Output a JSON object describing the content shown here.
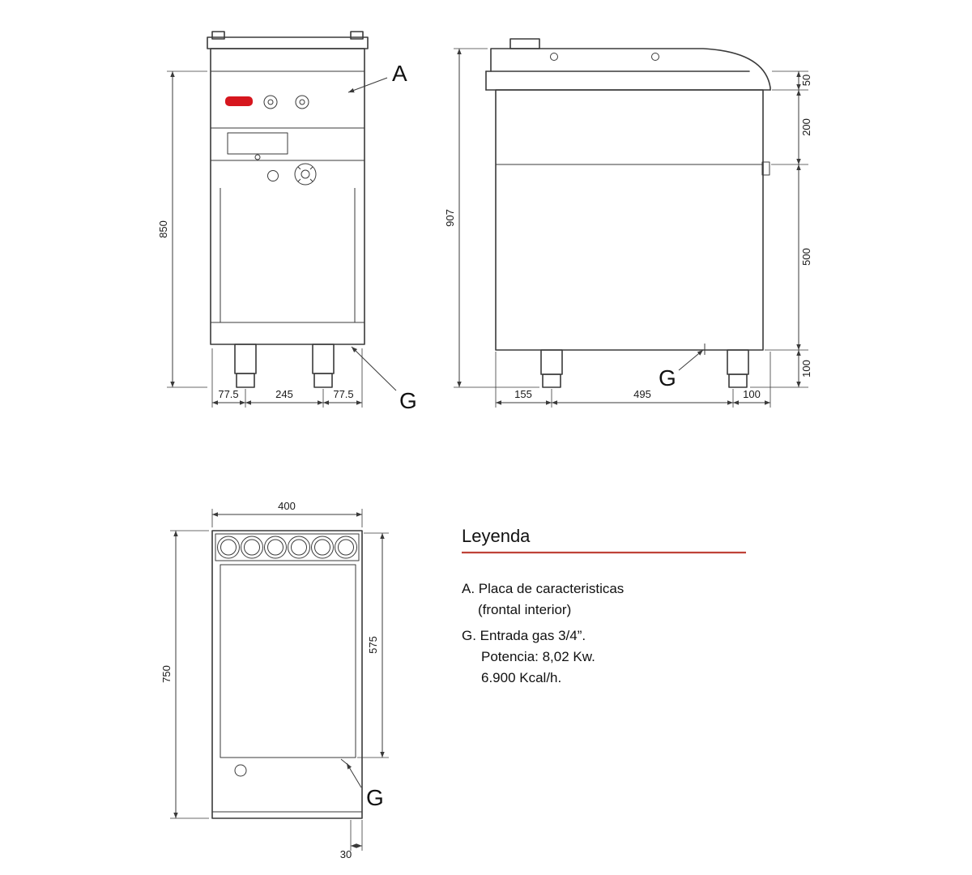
{
  "colors": {
    "accent_red": "#d6161e",
    "underline_red": "#bf4238",
    "line": "#3a3a3a"
  },
  "front_view": {
    "label_a": "A",
    "label_g": "G",
    "dim_height": "850",
    "dim_bottom_left": "77.5",
    "dim_bottom_center": "245",
    "dim_bottom_right": "77.5"
  },
  "side_view": {
    "label_g": "G",
    "dim_height": "907",
    "dim_right_1": "50",
    "dim_right_2": "200",
    "dim_right_3": "500",
    "dim_right_4": "100",
    "dim_bottom_1": "155",
    "dim_bottom_2": "495",
    "dim_bottom_3": "100"
  },
  "top_view": {
    "label_g": "G",
    "dim_width": "400",
    "dim_height": "750",
    "dim_inner_height": "575",
    "dim_bottom": "30"
  },
  "legend": {
    "title": "Leyenda",
    "line1": "A. Placa de caracteristicas",
    "line2": "(frontal interior)",
    "line3": "G. Entrada gas 3/4”.",
    "line4": "Potencia: 8,02 Kw.",
    "line5": "6.900 Kcal/h."
  }
}
